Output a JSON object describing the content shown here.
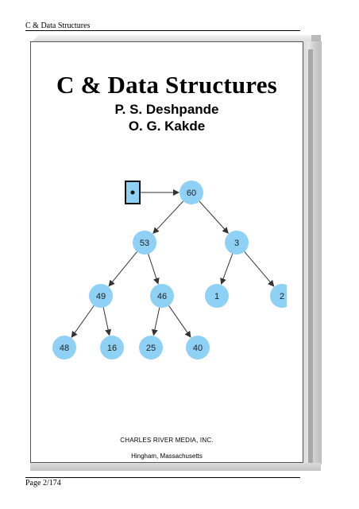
{
  "header": {
    "running_title": "C & Data Structures"
  },
  "footer": {
    "page_number": "Page 2/174"
  },
  "cover": {
    "title": "C & Data Structures",
    "authors": [
      "P. S. Deshpande",
      "O. G. Kakde"
    ],
    "publisher": "CHARLES RIVER MEDIA, INC.",
    "location": "Hingham, Massachusetts"
  },
  "tree": {
    "node_color": "#8fd0f5",
    "nodes": [
      {
        "id": "n60",
        "label": "60"
      },
      {
        "id": "n53",
        "label": "53"
      },
      {
        "id": "n3",
        "label": "3"
      },
      {
        "id": "n49",
        "label": "49"
      },
      {
        "id": "n46",
        "label": "46"
      },
      {
        "id": "n1",
        "label": "1"
      },
      {
        "id": "n2",
        "label": "2"
      },
      {
        "id": "n48",
        "label": "48"
      },
      {
        "id": "n16",
        "label": "16"
      },
      {
        "id": "n25",
        "label": "25"
      },
      {
        "id": "n40",
        "label": "40"
      }
    ],
    "edges": [
      [
        "pointer",
        "n60"
      ],
      [
        "n60",
        "n53"
      ],
      [
        "n60",
        "n3"
      ],
      [
        "n53",
        "n49"
      ],
      [
        "n53",
        "n46"
      ],
      [
        "n3",
        "n1"
      ],
      [
        "n3",
        "n2"
      ],
      [
        "n49",
        "n48"
      ],
      [
        "n49",
        "n16"
      ],
      [
        "n46",
        "n25"
      ],
      [
        "n46",
        "n40"
      ]
    ]
  }
}
